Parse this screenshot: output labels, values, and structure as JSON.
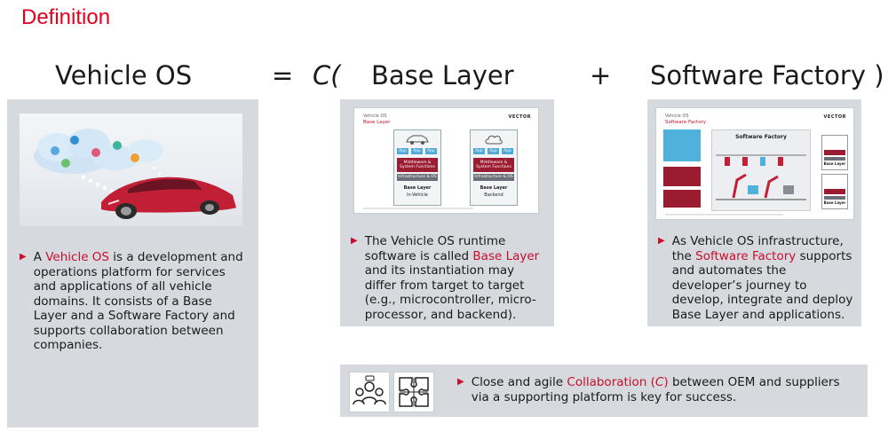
{
  "title": "Definition",
  "equation": {
    "vehicle_os": "Vehicle OS",
    "equals": "=",
    "c_open": "C(",
    "base_layer": "Base Layer",
    "plus": "+",
    "software_factory": "Software Factory )"
  },
  "left_panel": {
    "text_before": "A ",
    "highlight": "Vehicle OS",
    "text_after": " is a development and operations platform for services and applications of all vehicle domains. It consists of a Base Layer and a Software Factory and supports collaboration between companies."
  },
  "base_layer_panel": {
    "slide": {
      "header1": "Vehicle OS",
      "header2": "Base Layer",
      "logo": "VECTOR",
      "chips": [
        "App",
        "App",
        "App"
      ],
      "middleware": "Middleware & System Functions",
      "infra": "Infrastructure & OS",
      "left_stack_title": "Base Layer",
      "left_stack_sub": "In-Vehicle",
      "right_stack_title": "Base Layer",
      "right_stack_sub": "Backend"
    },
    "text_before": "The Vehicle OS runtime software is called ",
    "highlight": "Base Layer",
    "text_after": " and its instantiation may differ from target to target (e.g., microcontroller, micro-processor, and backend)."
  },
  "software_factory_panel": {
    "slide": {
      "header1": "Vehicle OS",
      "header2": "Software Factory",
      "logo": "VECTOR",
      "center_title": "Software Factory",
      "base_label": "Base Layer"
    },
    "text_before": "As Vehicle OS infrastructure, the ",
    "highlight": "Software Factory",
    "text_after": " supports and automates the developer’s journey to develop, integrate and deploy Base Layer and applications."
  },
  "collab_panel": {
    "text_before": "Close and agile ",
    "highlight": "Collaboration (",
    "highlight_c": "C",
    "highlight_end": ")",
    "text_after": " between OEM and suppliers via a supporting platform is key for success."
  },
  "colors": {
    "title_red": "#e3001b",
    "accent": "#c8102e",
    "panel_bg": "#d6d9de"
  }
}
